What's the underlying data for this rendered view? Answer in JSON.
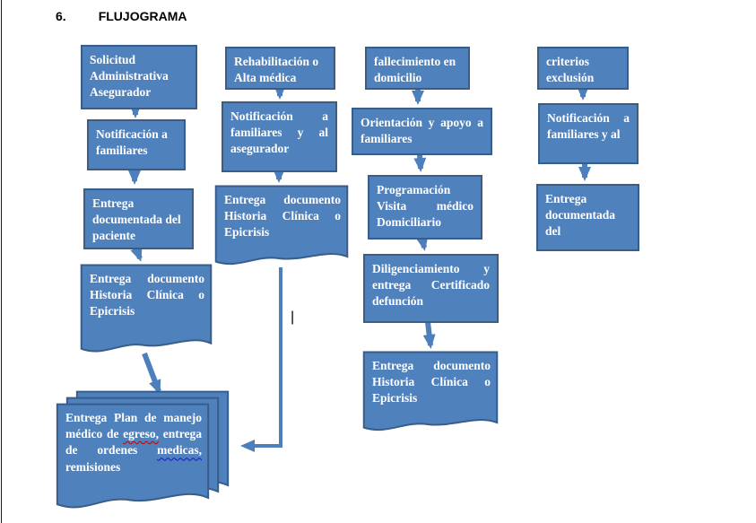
{
  "title": {
    "number": "6.",
    "label": "FLUJOGRAMA"
  },
  "colors": {
    "box_fill": "#4F81BD",
    "box_border": "#385D8A",
    "arrow": "#4C7FBC",
    "text": "#FFFFFF",
    "misspell_red": "#C00000",
    "grammar_blue": "#1414CC"
  },
  "flowchart": {
    "column1": {
      "box_solicitud": "Solicitud Administrativa Asegurador",
      "box_notificacion": "Notificación a familiares",
      "box_entrega_documentada": "Entrega documentada del paciente",
      "doc_historia": "Entrega documento Historia Clínica o Epicrisis",
      "doc_plan": {
        "part1": "Entrega Plan de manejo médico de",
        "misspelled_word": "egreso,",
        "part2": "entrega de ordenes",
        "grammar_word": "medicas,",
        "part3": "remisiones"
      }
    },
    "column2": {
      "box_rehabilitacion": "Rehabilitación o Alta médica",
      "box_notificacion": "Notificación a familiares y al asegurador",
      "doc_historia": "Entrega documento Historia Clínica o Epicrisis"
    },
    "column3": {
      "box_fallecimiento": "fallecimiento en domicilio",
      "box_orientacion": "Orientación y apoyo a familiares",
      "box_programacion": "Programación Visita médico Domiciliario",
      "box_diligenciamiento": "Diligenciamiento y entrega Certificado defunción",
      "doc_historia": "Entrega documento Historia Clínica o Epicrisis"
    },
    "column4": {
      "box_criterios": "criterios exclusión",
      "box_notificacion": "Notificación a familiares y al",
      "box_entrega": "Entrega documentada del"
    }
  },
  "artifacts": {
    "cursor": "|"
  }
}
